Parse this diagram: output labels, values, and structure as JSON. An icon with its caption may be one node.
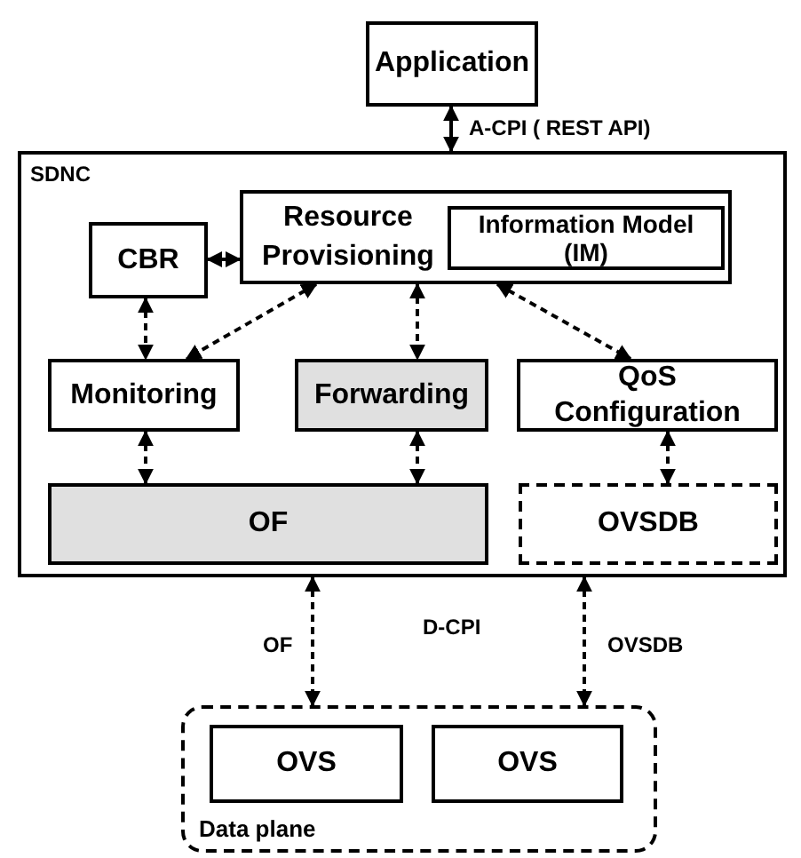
{
  "diagram": {
    "nodes": [
      {
        "text": [
          "Application"
        ]
      },
      {
        "text": [
          "SDNC"
        ]
      },
      {
        "text": [
          "CBR"
        ],
        "in": 1
      },
      {
        "text": [
          "Resource Provisioning"
        ],
        "in": 1
      },
      {
        "text": [
          "Information Model (IM)"
        ],
        "in": 3
      },
      {
        "text": [
          "Monitoring"
        ],
        "in": 1
      },
      {
        "text": [
          "Forwarding"
        ],
        "in": 1
      },
      {
        "text": [
          "QoS Configuration"
        ],
        "in": 1
      },
      {
        "text": [
          "OF"
        ],
        "in": 1
      },
      {
        "text": [
          "OVSDB"
        ],
        "in": 1
      },
      {
        "text": [
          "Data plane"
        ]
      },
      {
        "text": [
          "OVS"
        ],
        "in": 10
      },
      {
        "text": [
          "OVS"
        ],
        "in": 10
      }
    ],
    "edges": [
      {
        "from": 0,
        "to": 1,
        "arrow": "both",
        "label": "A-CPI ( REST API)"
      },
      {
        "from": 2,
        "to": 3,
        "arrow": "both",
        "style": "dashed"
      },
      {
        "from": 2,
        "to": 5,
        "arrow": "both",
        "style": "dashed"
      },
      {
        "from": 3,
        "to": 5,
        "arrow": "both",
        "style": "dashed"
      },
      {
        "from": 3,
        "to": 6,
        "arrow": "both",
        "style": "dashed"
      },
      {
        "from": 3,
        "to": 7,
        "arrow": "both",
        "style": "dashed"
      },
      {
        "from": 5,
        "to": 8,
        "arrow": "both",
        "style": "dashed"
      },
      {
        "from": 6,
        "to": 8,
        "arrow": "both",
        "style": "dashed"
      },
      {
        "from": 7,
        "to": 9,
        "arrow": "both",
        "style": "dashed"
      },
      {
        "from": 1,
        "to": 10,
        "arrow": "both",
        "style": "dashed",
        "label": "OF"
      },
      {
        "from": 1,
        "to": 10,
        "arrow": "both",
        "style": "dashed",
        "label": "OVSDB"
      }
    ],
    "labels": [
      "D-CPI"
    ]
  }
}
